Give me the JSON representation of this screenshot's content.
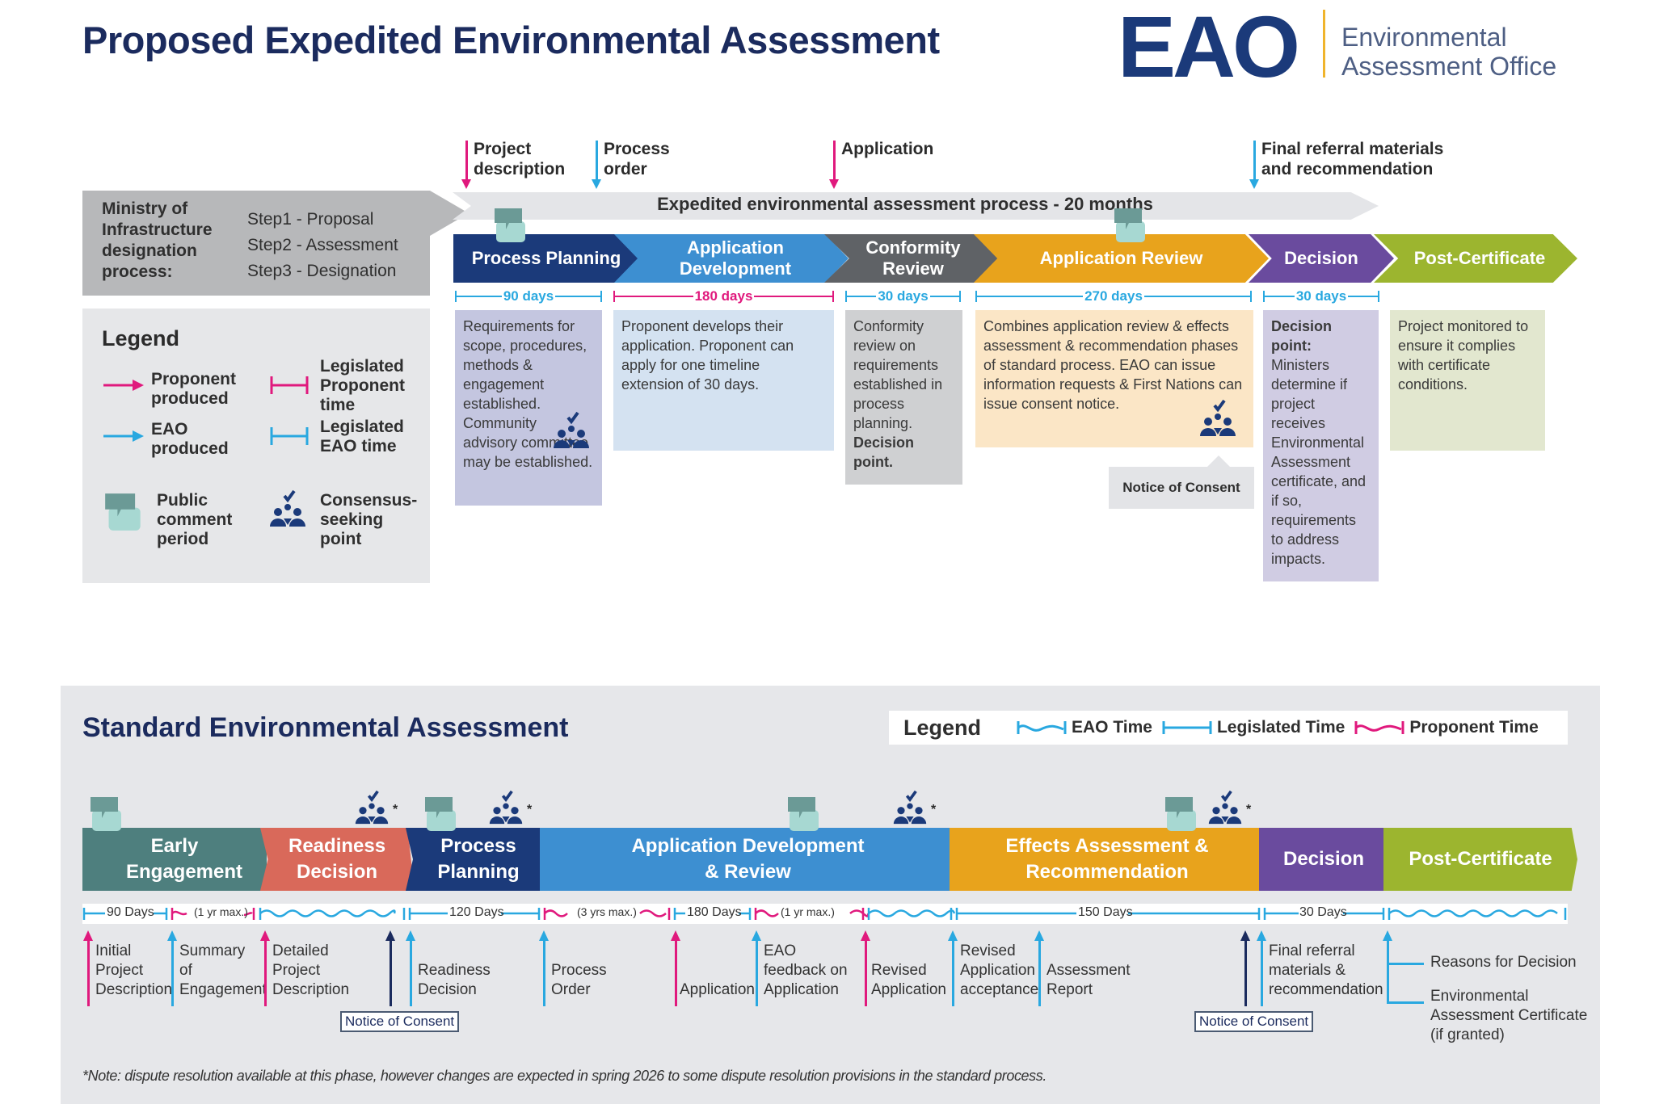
{
  "header": {
    "title": "Proposed Expedited Environmental Assessment",
    "logo": {
      "abbr": "EAO",
      "line1": "Environmental",
      "line2": "Assessment Office"
    }
  },
  "colors": {
    "navy": "#1b3a7a",
    "blue": "#3d8fd1",
    "gray": "#5f6266",
    "amber": "#e8a31c",
    "purple": "#6a4b9e",
    "green": "#9cb52f",
    "teal": "#4e7f7e",
    "salmon": "#d9695a",
    "proponent_pink": "#e0197d",
    "eao_cyan": "#29a8e0"
  },
  "expedited": {
    "ministry": {
      "label": [
        "Ministry of",
        "Infrastructure",
        "designation",
        "process:"
      ],
      "steps": [
        "Step1 - Proposal",
        "Step2 - Assessment",
        "Step3 - Designation"
      ]
    },
    "bar_label": "Expedited environmental assessment process - 20 months",
    "milestones": [
      {
        "label": [
          "Project",
          "description"
        ],
        "type": "proponent"
      },
      {
        "label": [
          "Process",
          "order"
        ],
        "type": "eao"
      },
      {
        "label": [
          "Application"
        ],
        "type": "proponent"
      },
      {
        "label": [
          "Final referral materials",
          "and recommendation"
        ],
        "type": "eao"
      }
    ],
    "phases": [
      {
        "name": "Process Planning",
        "days": "90 days",
        "time_type": "eao",
        "desc": "Requirements for scope, procedures, methods & engagement established. Community advisory committee may be established.",
        "public_comment": true,
        "consensus": true
      },
      {
        "name": "Application Development",
        "days": "180 days",
        "time_type": "proponent",
        "desc": "Proponent develops their application. Proponent can apply for one timeline extension of 30 days."
      },
      {
        "name": "Conformity Review",
        "days": "30 days",
        "time_type": "eao",
        "desc": "Conformity review on requirements established in process planning.",
        "desc_bold": "Decision point."
      },
      {
        "name": "Application Review",
        "days": "270 days",
        "time_type": "eao",
        "desc": "Combines application review & effects assessment & recommendation phases of standard process. EAO can issue information requests & First Nations can issue consent notice.",
        "public_comment": true,
        "consensus": true,
        "callout": "Notice of Consent"
      },
      {
        "name": "Decision",
        "days": "30 days",
        "time_type": "eao",
        "desc_bold": "Decision point:",
        "desc": "Ministers determine if project receives Environmental Assessment certificate, and if so, requirements to address impacts."
      },
      {
        "name": "Post-Certificate",
        "desc": "Project monitored to ensure it complies with certificate conditions."
      }
    ],
    "legend": {
      "title": "Legend",
      "items": [
        {
          "icon": "pink-arrow-icon",
          "label": [
            "Proponent",
            "produced"
          ]
        },
        {
          "icon": "pink-span-icon",
          "label": [
            "Legislated",
            "Proponent",
            "time"
          ]
        },
        {
          "icon": "cyan-arrow-icon",
          "label": [
            "EAO",
            "produced"
          ]
        },
        {
          "icon": "cyan-span-icon",
          "label": [
            "Legislated",
            "EAO time"
          ]
        },
        {
          "icon": "speech-bubbles-icon",
          "label": [
            "Public",
            "comment",
            "period"
          ]
        },
        {
          "icon": "consensus-people-icon",
          "label": [
            "Consensus-",
            "seeking",
            "point"
          ]
        }
      ]
    }
  },
  "standard": {
    "title": "Standard Environmental Assessment",
    "legend": {
      "title": "Legend",
      "items": [
        "EAO Time",
        "Legislated Time",
        "Proponent Time"
      ]
    },
    "phases": [
      "Early Engagement",
      "Readiness Decision",
      "Process Planning",
      "Application Development & Review",
      "Effects Assessment & Recommendation",
      "Decision",
      "Post-Certificate"
    ],
    "durations": [
      "90 Days",
      "(1 yr max.)",
      "120 Days",
      "(3 yrs max.)",
      "180 Days",
      "(1 yr max.)",
      "150 Days",
      "30 Days"
    ],
    "milestones": [
      {
        "label": [
          "Initial",
          "Project",
          "Description"
        ],
        "type": "proponent"
      },
      {
        "label": [
          "Summary",
          "of",
          "Engagement"
        ],
        "type": "eao"
      },
      {
        "label": [
          "Detailed",
          "Project",
          "Description"
        ],
        "type": "proponent"
      },
      {
        "label": [
          "Readiness",
          "Decision"
        ],
        "type": "eao"
      },
      {
        "label": [
          "Process",
          "Order"
        ],
        "type": "eao"
      },
      {
        "label": [
          "Application"
        ],
        "type": "proponent"
      },
      {
        "label": [
          "EAO",
          "feedback on",
          "Application"
        ],
        "type": "eao"
      },
      {
        "label": [
          "Revised",
          "Application"
        ],
        "type": "proponent"
      },
      {
        "label": [
          "Revised",
          "Application",
          "acceptance"
        ],
        "type": "eao"
      },
      {
        "label": [
          "Assessment",
          "Report"
        ],
        "type": "eao"
      },
      {
        "label": [
          "Final referral",
          "materials &",
          "recommendation"
        ],
        "type": "eao"
      },
      {
        "label": [
          "Reasons for Decision"
        ],
        "type": "eao"
      },
      {
        "label": [
          "Environmental",
          "Assessment Certificate",
          "(if granted)"
        ],
        "type": "eao"
      }
    ],
    "notice_of_consent": "Notice of Consent",
    "note": "*Note: dispute resolution available at this phase, however changes are expected in spring 2026 to some dispute resolution provisions in the standard process."
  }
}
